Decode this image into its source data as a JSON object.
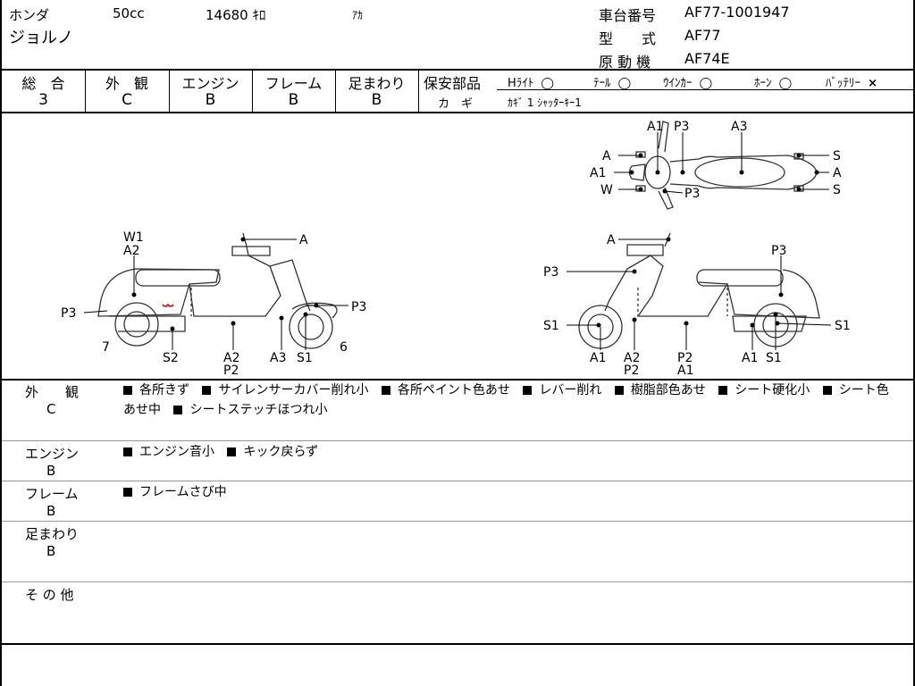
{
  "header": {
    "maker": "ホンダ",
    "displacement": "50cc",
    "mileage": "14680 ｷﾛ",
    "color": "ｱｶ",
    "model_name": "ジョルノ",
    "frame_label": "車台番号",
    "frame_number": "AF77-1001947",
    "type_label": "型　　式",
    "type_value": "AF77",
    "engine_label": "原 動 機",
    "engine_value": "AF74E"
  },
  "scores": [
    {
      "label": "総　合",
      "value": "3"
    },
    {
      "label": "外　観",
      "value": "C"
    },
    {
      "label": "エンジン",
      "value": "B"
    },
    {
      "label": "フレーム",
      "value": "B"
    },
    {
      "label": "足まわり",
      "value": "B"
    }
  ],
  "safety": {
    "label": "保安部品",
    "items": [
      {
        "name": "Hﾗｲﾄ",
        "mark": "◯"
      },
      {
        "name": "ﾃｰﾙ",
        "mark": "◯"
      },
      {
        "name": "ｳｲﾝｶｰ",
        "mark": "◯"
      },
      {
        "name": "ﾎｰﾝ",
        "mark": "◯"
      },
      {
        "name": "ﾊﾞｯﾃﾘｰ",
        "mark": "×"
      }
    ],
    "key_label": "カ　ギ",
    "key_value": "ｶｷﾞ 1 ｼｬｯﾀｰｷｰ1"
  },
  "diagram": {
    "top_view": [
      "A1",
      "P3",
      "A3",
      "A",
      "A1",
      "W",
      "P3",
      "S",
      "A",
      "S"
    ],
    "left_view": [
      "W1",
      "A2",
      "A",
      "P3",
      "P3",
      "7",
      "S2",
      "A2",
      "P2",
      "A3",
      "S1",
      "6"
    ],
    "right_view": [
      "A",
      "P3",
      "P3",
      "S1",
      "A1",
      "A2",
      "P2",
      "P2",
      "A1",
      "A1",
      "S1",
      "S1"
    ]
  },
  "sections": [
    {
      "title": "外　　観",
      "grade": "C",
      "items": [
        "各所きず",
        "サイレンサーカバー削れ小",
        "各所ペイント色あせ",
        "レバー削れ",
        "樹脂部色あせ",
        "シート硬化小",
        "シート色あせ中",
        "シートステッチほつれ小"
      ]
    },
    {
      "title": "エンジン",
      "grade": "B",
      "items": [
        "エンジン音小",
        "キック戻らず"
      ]
    },
    {
      "title": "フレーム",
      "grade": "B",
      "items": [
        "フレームさび中"
      ]
    },
    {
      "title": "足まわり",
      "grade": "B",
      "items": []
    }
  ],
  "other": {
    "title": "そ の 他"
  }
}
